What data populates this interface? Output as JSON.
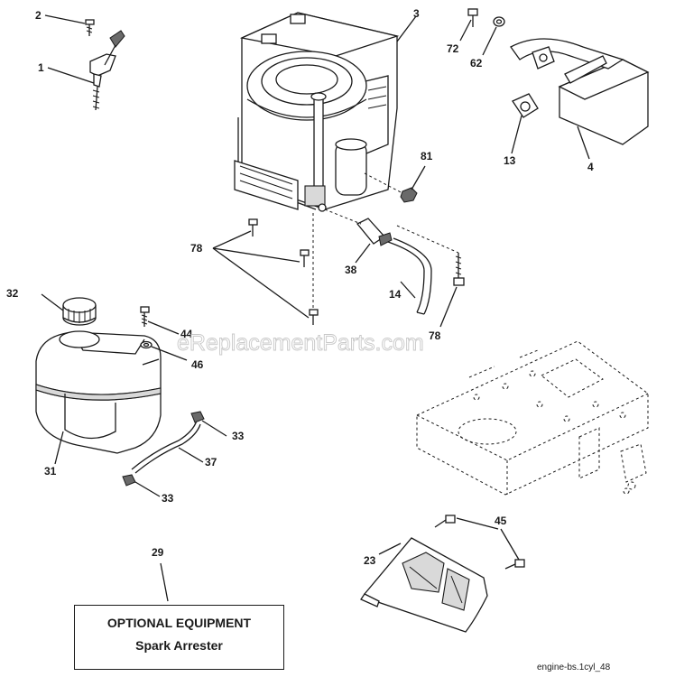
{
  "callouts": {
    "c1": "1",
    "c2": "2",
    "c3": "3",
    "c4": "4",
    "c13": "13",
    "c14": "14",
    "c23": "23",
    "c29": "29",
    "c31": "31",
    "c32": "32",
    "c33a": "33",
    "c33b": "33",
    "c37": "37",
    "c38": "38",
    "c44": "44",
    "c45": "45",
    "c46": "46",
    "c62": "62",
    "c72": "72",
    "c78a": "78",
    "c78b": "78",
    "c81": "81"
  },
  "watermark": "eReplacementParts.com",
  "optional_box": {
    "title": "OPTIONAL EQUIPMENT",
    "subtitle": "Spark Arrester"
  },
  "diagram_ref": "engine-bs.1cyl_48"
}
